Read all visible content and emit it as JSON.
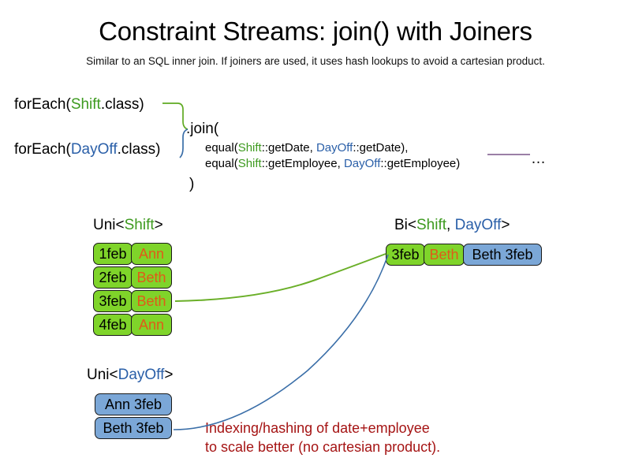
{
  "slide": {
    "title": "Constraint Streams: join() with Joiners",
    "subtitle": "Similar to an SQL inner join. If joiners are used, it uses hash lookups to avoid a cartesian product."
  },
  "code": {
    "foreach_shift": {
      "prefix": "forEach(",
      "type": "Shift",
      "suffix": ".class)"
    },
    "foreach_dayoff": {
      "prefix": "forEach(",
      "type": "DayOff",
      "suffix": ".class)"
    },
    "join_open": ".join(",
    "join_close": ")",
    "args": [
      {
        "prefix": "equal(",
        "left_type": "Shift",
        "left_rest": "::getDate, ",
        "right_type": "DayOff",
        "right_rest": "::getDate),"
      },
      {
        "prefix": "equal(",
        "left_type": "Shift",
        "left_rest": "::getEmployee, ",
        "right_type": "DayOff",
        "right_rest": "::getEmployee)"
      }
    ],
    "ellipsis": "…"
  },
  "streams": {
    "uni_shift": {
      "label_prefix": "Uni<",
      "label_type": "Shift",
      "label_suffix": ">",
      "rows": [
        {
          "date": "1feb",
          "employee": "Ann"
        },
        {
          "date": "2feb",
          "employee": "Beth"
        },
        {
          "date": "3feb",
          "employee": "Beth"
        },
        {
          "date": "4feb",
          "employee": "Ann"
        }
      ]
    },
    "uni_dayoff": {
      "label_prefix": "Uni<",
      "label_type": "DayOff",
      "label_suffix": ">",
      "rows": [
        {
          "text": "Ann 3feb"
        },
        {
          "text": "Beth 3feb"
        }
      ]
    },
    "bi": {
      "label_prefix": "Bi<",
      "label_type_a": "Shift",
      "label_sep": ", ",
      "label_type_b": "DayOff",
      "label_suffix": ">",
      "row": {
        "shift_date": "3feb",
        "shift_employee": "Beth",
        "dayoff_text": "Beth 3feb"
      }
    }
  },
  "annotation": {
    "line1": "Indexing/hashing of date+employee",
    "line2": "to scale better (no cartesian product)."
  },
  "colors": {
    "shift_green": "#3d9a1f",
    "dayoff_blue": "#2a5fa8",
    "fact_green_fill": "#7fd42a",
    "fact_blue_fill": "#7ba7d7",
    "employee_orange": "#e05a18",
    "annotation_red": "#a51414",
    "rule_purple": "#9b7fa6",
    "connector_green": "#5faa22",
    "connector_blue": "#3a6ea8"
  }
}
